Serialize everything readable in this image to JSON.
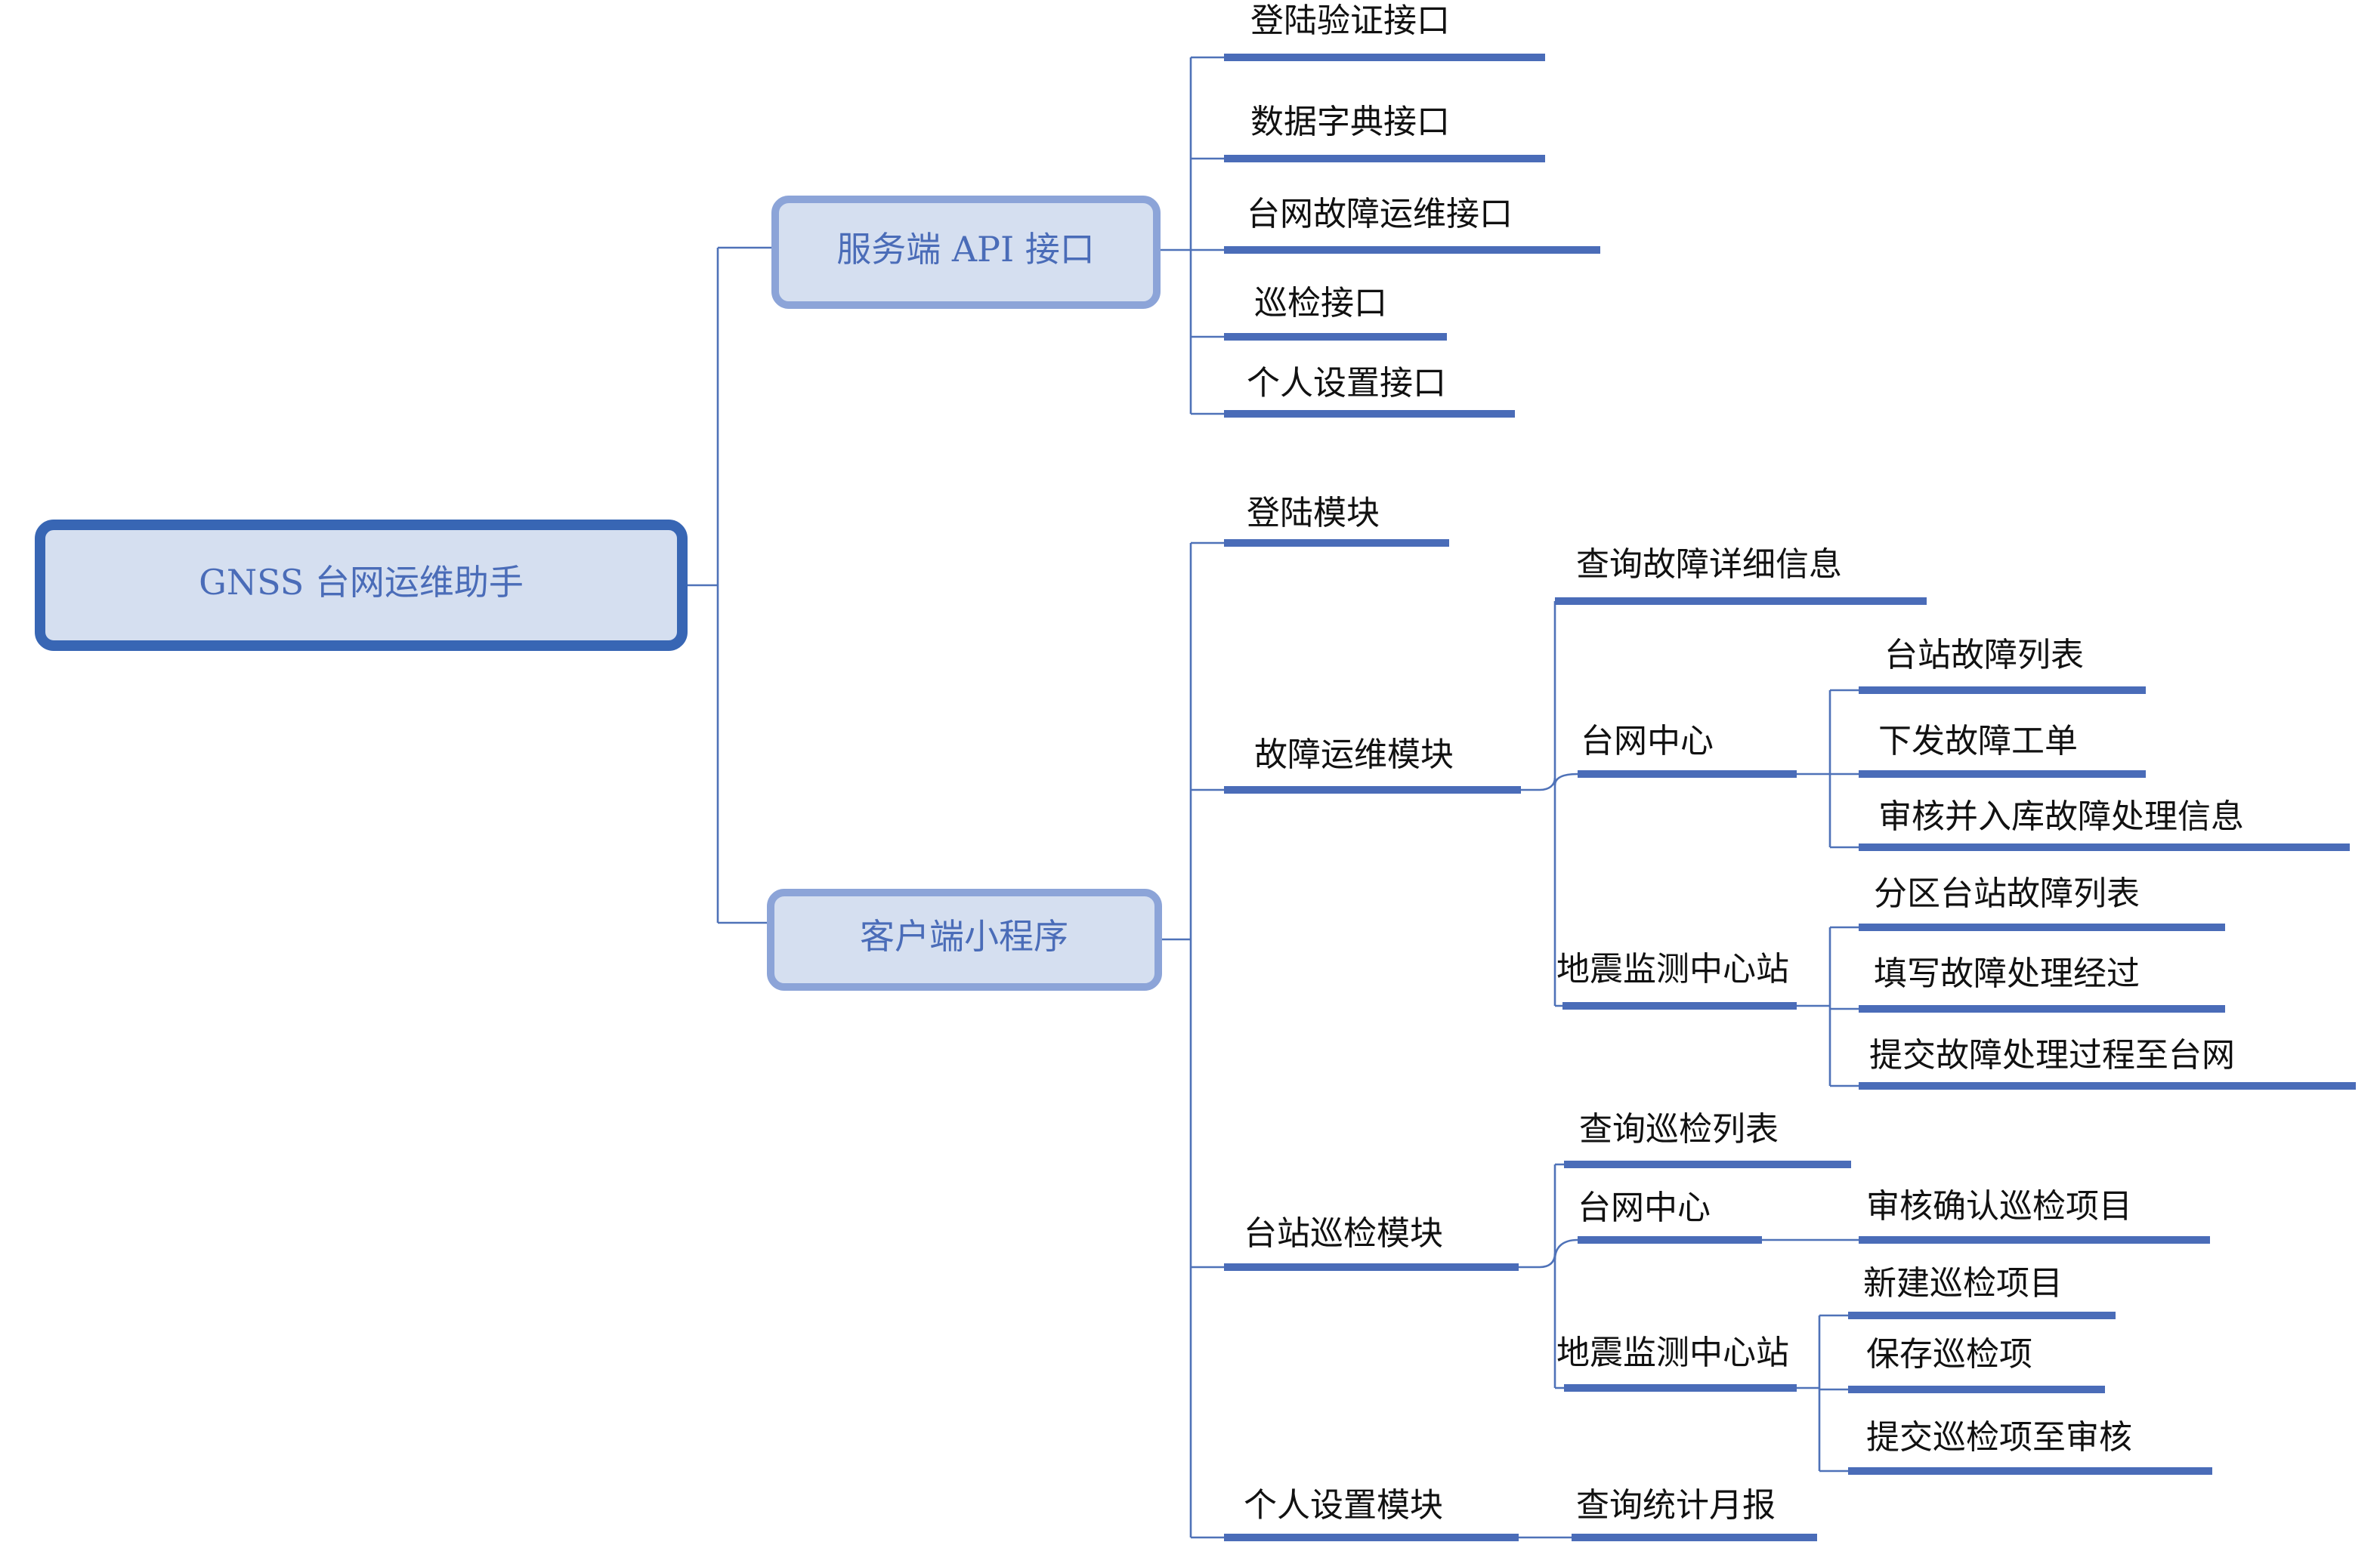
{
  "colors": {
    "connector": "#4f72b8",
    "underline": "#4a6cb8",
    "box_fill": "#d5dff0",
    "root_border": "#3866b4",
    "branch_border": "#8ca4d8",
    "box_text": "#4a6cb8",
    "leaf_text": "#111111"
  },
  "root": {
    "label": "GNSS 台网运维助手"
  },
  "server": {
    "label": "服务端 API 接口",
    "items": [
      "登陆验证接口",
      "数据字典接口",
      "台网故障运维接口",
      "巡检接口",
      "个人设置接口"
    ]
  },
  "client": {
    "label": "客户端小程序",
    "login": "登陆模块",
    "fault": {
      "label": "故障运维模块",
      "query": "查询故障详细信息",
      "center": {
        "label": "台网中心",
        "items": [
          "台站故障列表",
          "下发故障工单",
          "审核并入库故障处理信息"
        ]
      },
      "station": {
        "label": "地震监测中心站",
        "items": [
          "分区台站故障列表",
          "填写故障处理经过",
          "提交故障处理过程至台网"
        ]
      }
    },
    "patrol": {
      "label": "台站巡检模块",
      "query": "查询巡检列表",
      "center": {
        "label": "台网中心",
        "items": [
          "审核确认巡检项目"
        ]
      },
      "station": {
        "label": "地震监测中心站",
        "items": [
          "新建巡检项目",
          "保存巡检项",
          "提交巡检项至审核"
        ]
      }
    },
    "personal": {
      "label": "个人设置模块",
      "items": [
        "查询统计月报"
      ]
    }
  }
}
